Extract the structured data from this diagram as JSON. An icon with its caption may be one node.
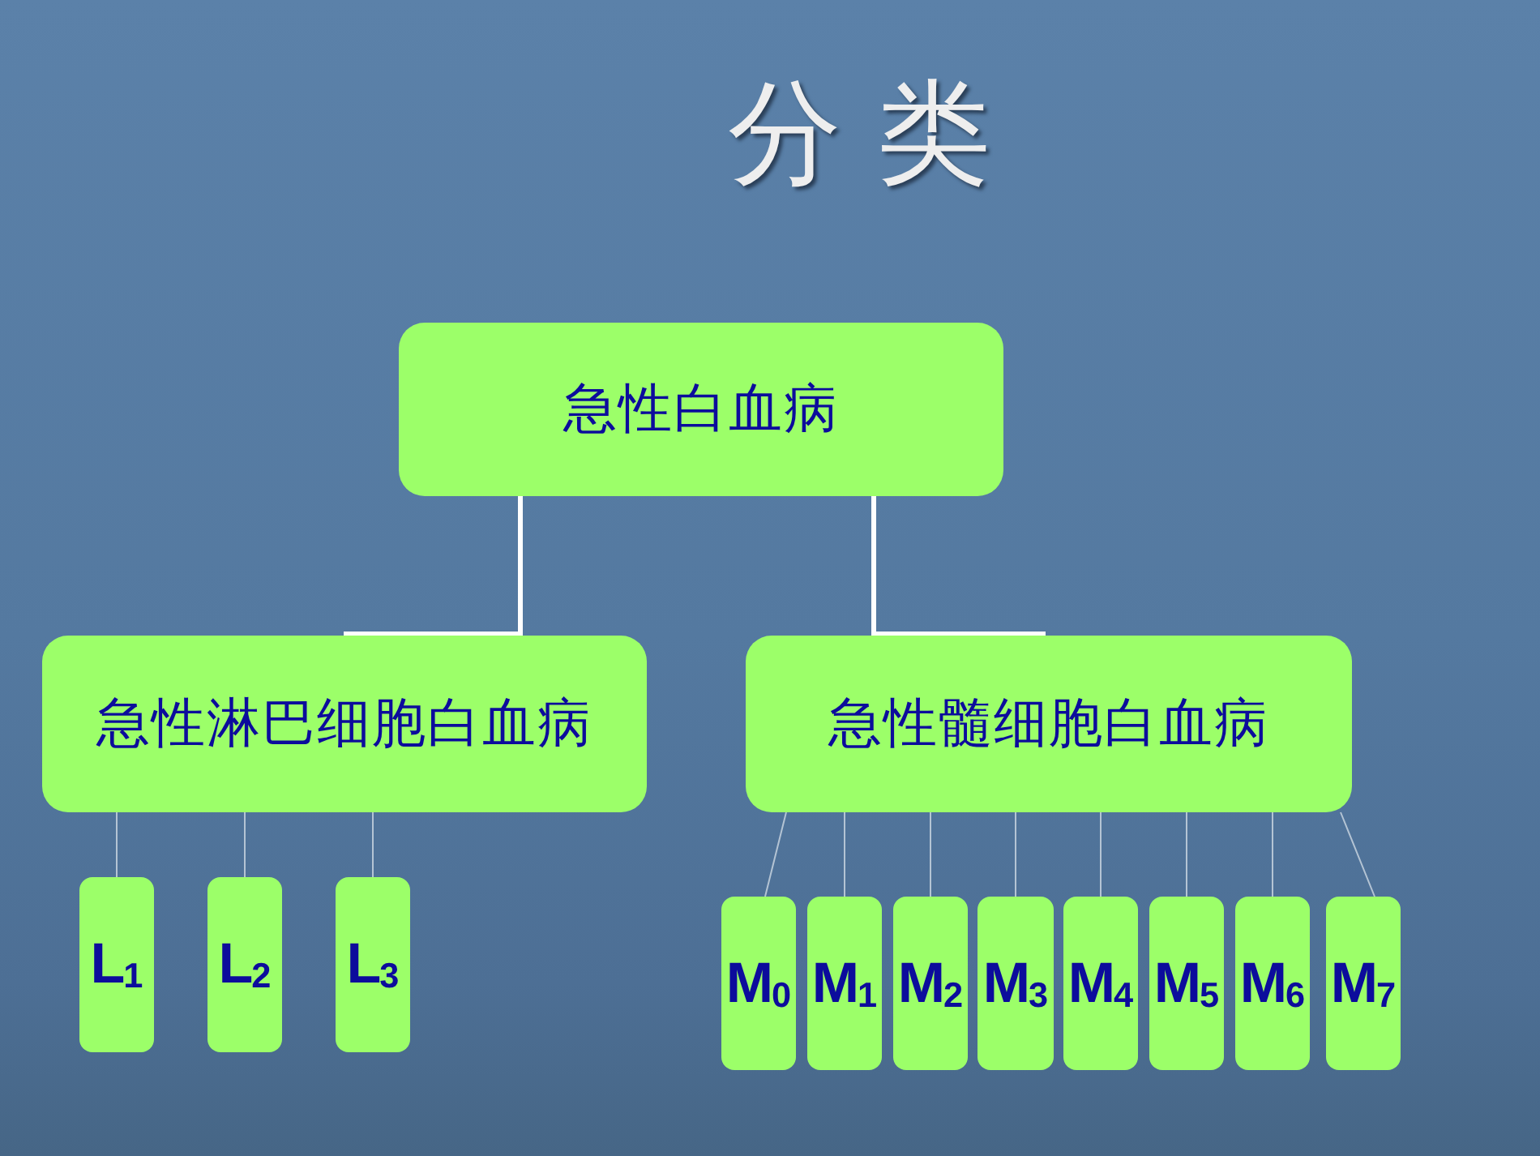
{
  "diagram": {
    "title": "分 类",
    "nodes": [
      {
        "text": [
          "急性白血病"
        ]
      },
      {
        "text": [
          "急性淋巴细胞白血病"
        ]
      },
      {
        "text": [
          "急性髓细胞白血病"
        ]
      },
      {
        "text": [
          "L$_{1}$"
        ]
      },
      {
        "text": [
          "L$_{2}$"
        ]
      },
      {
        "text": [
          "L$_{3}$"
        ]
      },
      {
        "text": [
          "M$_{0}$"
        ]
      },
      {
        "text": [
          "M$_{1}$"
        ]
      },
      {
        "text": [
          "M$_{2}$"
        ]
      },
      {
        "text": [
          "M$_{3}$"
        ]
      },
      {
        "text": [
          "M$_{4}$"
        ]
      },
      {
        "text": [
          "M$_{5}$"
        ]
      },
      {
        "text": [
          "M$_{6}$"
        ]
      },
      {
        "text": [
          "M$_{7}$"
        ]
      }
    ],
    "edges": [
      {
        "from": 0,
        "to": 1,
        "arrow": "none",
        "style": "thick",
        "color": "#ffffff"
      },
      {
        "from": 0,
        "to": 2,
        "arrow": "none",
        "style": "thick",
        "color": "#ffffff"
      },
      {
        "from": 1,
        "to": 3,
        "arrow": "none"
      },
      {
        "from": 1,
        "to": 4,
        "arrow": "none"
      },
      {
        "from": 1,
        "to": 5,
        "arrow": "none"
      },
      {
        "from": 2,
        "to": 6,
        "arrow": "none"
      },
      {
        "from": 2,
        "to": 7,
        "arrow": "none"
      },
      {
        "from": 2,
        "to": 8,
        "arrow": "none"
      },
      {
        "from": 2,
        "to": 9,
        "arrow": "none"
      },
      {
        "from": 2,
        "to": 10,
        "arrow": "none"
      },
      {
        "from": 2,
        "to": 11,
        "arrow": "none"
      },
      {
        "from": 2,
        "to": 12,
        "arrow": "none"
      },
      {
        "from": 2,
        "to": 13,
        "arrow": "none"
      }
    ]
  }
}
